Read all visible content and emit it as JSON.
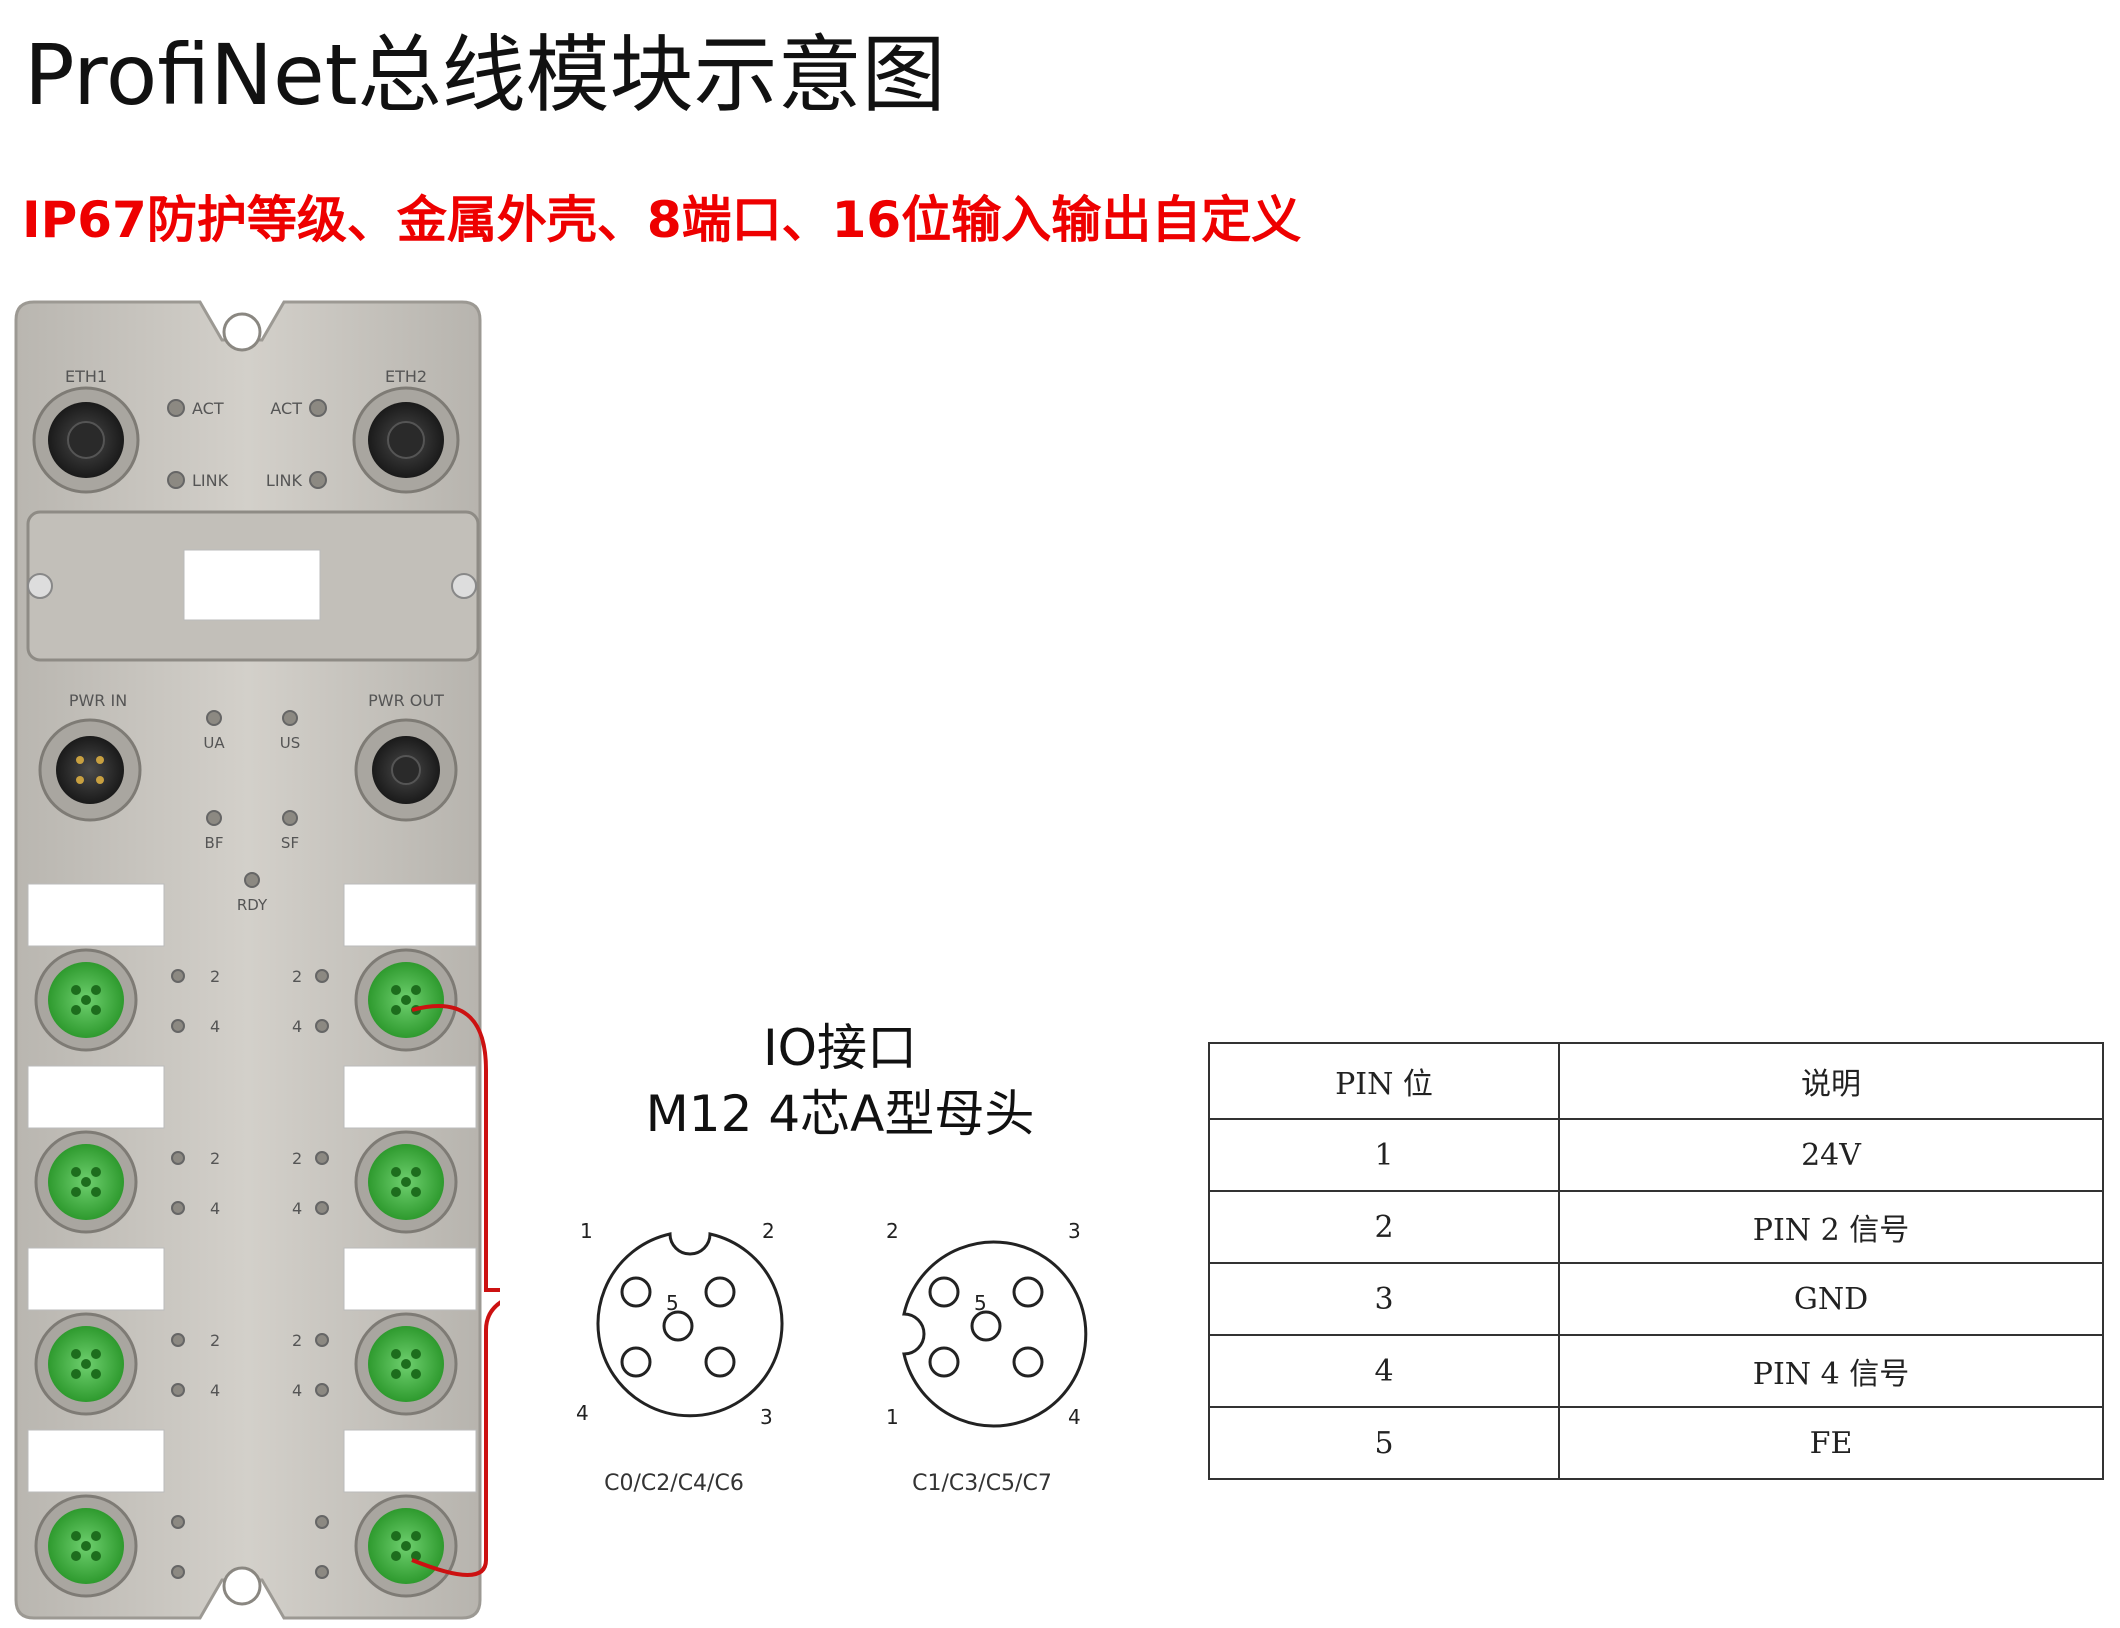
{
  "title": "ProfiNet总线模块示意图",
  "subtitle": "IP67防护等级、金属外壳、8端口、16位输入输出自定义",
  "device": {
    "eth1": "ETH1",
    "eth2": "ETH2",
    "act_left": "ACT",
    "act_right": "ACT",
    "link_left": "LINK",
    "link_right": "LINK",
    "pwr_in": "PWR IN",
    "pwr_out": "PWR OUT",
    "ua": "UA",
    "us": "US",
    "bf": "BF",
    "sf": "SF",
    "rdy": "RDY",
    "port_pin_a": "2",
    "port_pin_b": "4"
  },
  "io": {
    "line1": "IO接口",
    "line2": "M12   4芯A型母头"
  },
  "connector_left": {
    "caption": "C0/C2/C4/C6",
    "n1": "1",
    "n2": "2",
    "n3": "3",
    "n4": "4",
    "n5": "5"
  },
  "connector_right": {
    "caption": "C1/C3/C5/C7",
    "n1": "1",
    "n2": "2",
    "n3": "3",
    "n4": "4",
    "n5": "5"
  },
  "table": {
    "headers": [
      "PIN 位",
      "说明"
    ],
    "rows": [
      [
        "1",
        "24V"
      ],
      [
        "2",
        "PIN 2 信号"
      ],
      [
        "3",
        "GND"
      ],
      [
        "4",
        "PIN 4 信号"
      ],
      [
        "5",
        "FE"
      ]
    ]
  },
  "colors": {
    "title_red": "#ee0000",
    "connector_green": "#3aaa3a",
    "bracket_red": "#cc1111",
    "housing": "#c9c6c0"
  }
}
